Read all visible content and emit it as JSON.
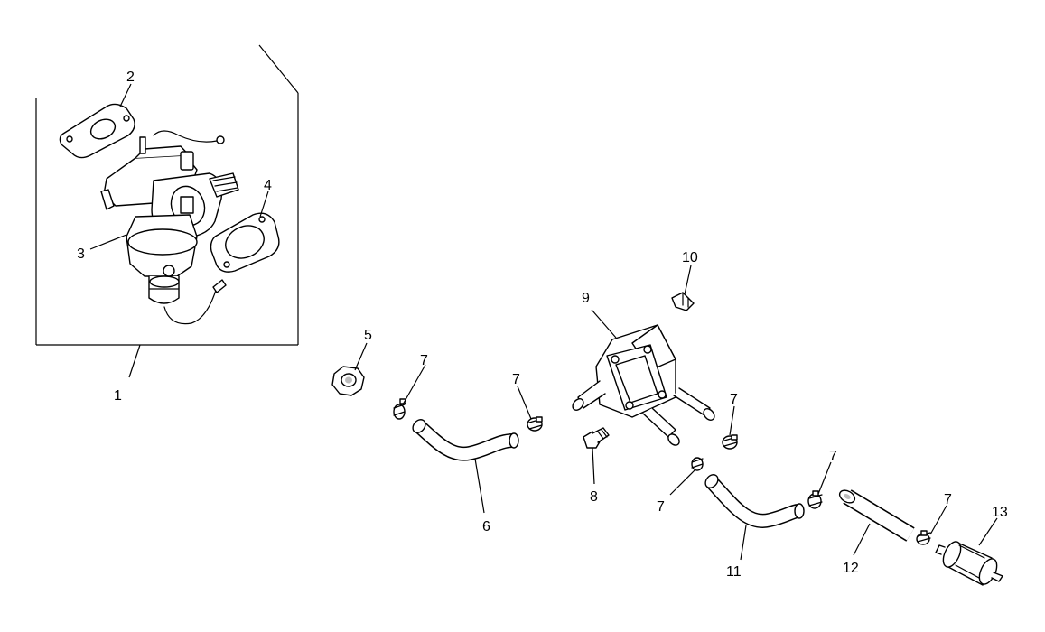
{
  "callouts": {
    "c1": "1",
    "c2": "2",
    "c3": "3",
    "c4": "4",
    "c5": "5",
    "c6": "6",
    "c7a": "7",
    "c7b": "7",
    "c7c": "7",
    "c7d": "7",
    "c7e": "7",
    "c7f": "7",
    "c8": "8",
    "c9": "9",
    "c10": "10",
    "c11": "11",
    "c12": "12",
    "c13": "13"
  }
}
